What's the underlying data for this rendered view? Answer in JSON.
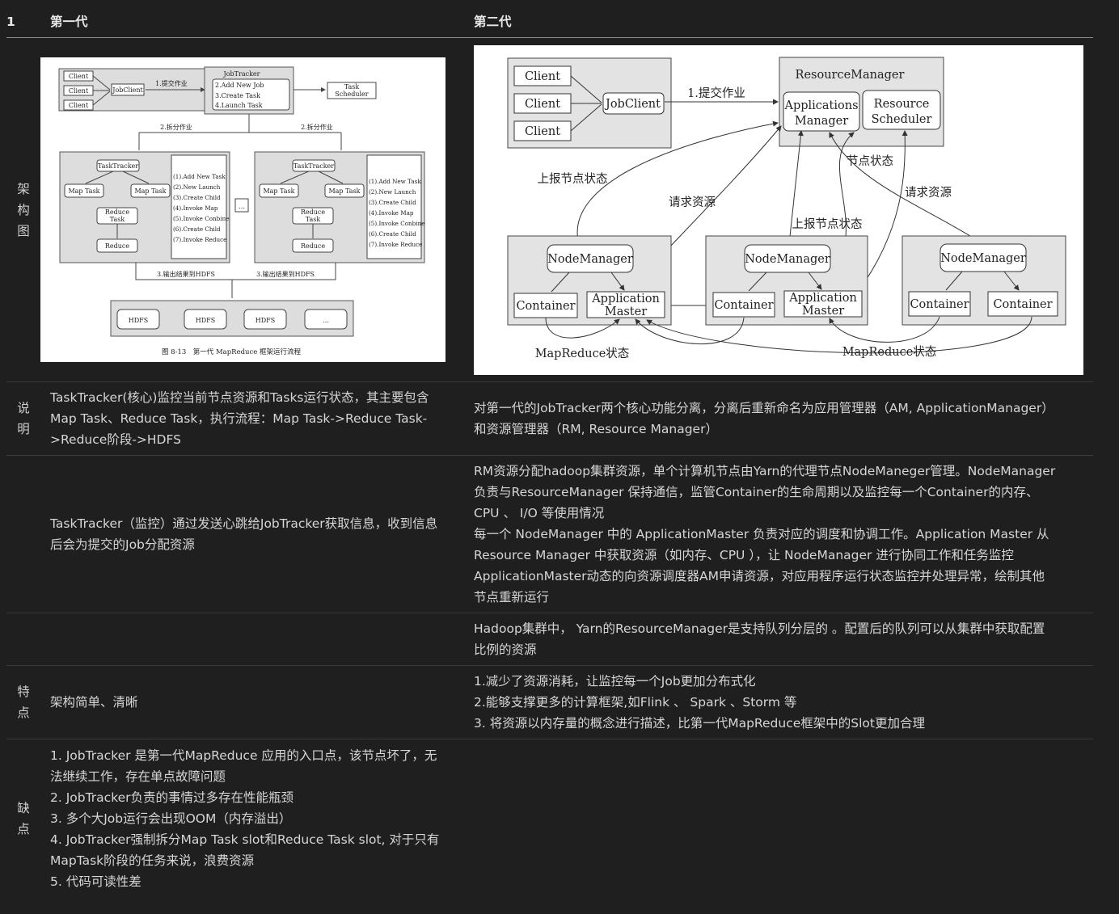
{
  "header": {
    "num": "1",
    "gen1": "第一代",
    "gen2": "第二代"
  },
  "rows": {
    "arch": {
      "label": [
        "架",
        "构",
        "图"
      ],
      "diagram1": {
        "clients": [
          "Client",
          "Client",
          "Client"
        ],
        "jobclient": "JobClient",
        "submit": "1.提交作业",
        "jobtracker": "JobTracker",
        "jt_steps": [
          "2.Add New Job",
          "3.Create Task",
          "4.Launch Task"
        ],
        "task_scheduler": [
          "Task",
          "Scheduler"
        ],
        "split": "2.拆分作业",
        "tasktracker": "TaskTracker",
        "map_task": "Map Task",
        "reduce_task": [
          "Reduce",
          "Task"
        ],
        "reduce": "Reduce",
        "ellipsis": "…",
        "steps_a": [
          "(1).Add New Task",
          "(2).New Launch",
          "(3).Create Child",
          "(4).Invoke Map",
          "(5).Invoke Conbine",
          "(6).Create Child",
          "(7).Invoke Reduce"
        ],
        "steps_b": [
          "(1).Add New Task",
          "(2).New Launch",
          "(3).Create Child",
          "(4).Invoke Map",
          "(5).Invoke Conbine",
          "(6).Create Child",
          "(7).Invoke Reduce"
        ],
        "output": "3.输出结果到HDFS",
        "hdfs": [
          "HDFS",
          "HDFS",
          "HDFS",
          "…"
        ],
        "caption": "图 8-13　第一代 MapReduce 框架运行流程"
      },
      "diagram2": {
        "clients": [
          "Client",
          "Client",
          "Client"
        ],
        "jobclient": "JobClient",
        "submit": "1.提交作业",
        "rm": "ResourceManager",
        "am": [
          "Applications",
          "Manager"
        ],
        "rs": [
          "Resource",
          "Scheduler"
        ],
        "report1": "上报节点状态",
        "node_status": "节点状态",
        "request1": "请求资源",
        "request2": "请求资源",
        "report2": "上报节点状态",
        "nodemanager": "NodeManager",
        "container": "Container",
        "appmaster": [
          "Application",
          "Master"
        ],
        "mr_status": "MapReduce状态"
      }
    },
    "desc": {
      "label": [
        "说",
        "明"
      ],
      "gen1": [
        "TaskTracker(核心)监控当前节点资源和Tasks运行状态，其主要包含",
        "Map Task、Reduce Task，执行流程：Map Task->Reduce Task-",
        ">Reduce阶段->HDFS"
      ],
      "gen2": [
        "对第一代的JobTracker两个核心功能分离，分离后重新命名为应用管理器（AM, ApplicationManager）",
        "和资源管理器（RM, Resource Manager）"
      ]
    },
    "monitor": {
      "gen1": [
        "TaskTracker（监控）通过发送心跳给JobTracker获取信息，收到信息",
        "后会为提交的Job分配资源"
      ],
      "gen2": [
        "RM资源分配hadoop集群资源，单个计算机节点由Yarn的代理节点NodeManeger管理。NodeManager",
        "负责与ResourceManager 保持通信，监管Container的生命周期以及监控每一个Container的内存、",
        "CPU 、 I/O 等使用情况",
        "每一个 NodeManager 中的 ApplicationMaster 负责对应的调度和协调工作。Application Master 从",
        "Resource Manager 中获取资源（如内存、CPU ），让 NodeManager 进行协同工作和任务监控",
        "ApplicationMaster动态的向资源调度器AM申请资源，对应用程序运行状态监控并处理异常，绘制其他",
        "节点重新运行"
      ]
    },
    "queue": {
      "gen2": [
        "Hadoop集群中， Yarn的ResourceManager是支持队列分层的 。配置后的队列可以从集群中获取配置",
        "比例的资源"
      ]
    },
    "feature": {
      "label": [
        "特",
        "点"
      ],
      "gen1": [
        "架构简单、清晰"
      ],
      "gen2": [
        "1.减少了资源消耗，让监控每一个Job更加分布式化",
        "2.能够支撑更多的计算框架,如Flink 、 Spark 、Storm 等",
        "3. 将资源以内存量的概念进行描述，比第一代MapReduce框架中的Slot更加合理"
      ]
    },
    "cons": {
      "label": [
        "缺",
        "点"
      ],
      "gen1": [
        "1. JobTracker 是第一代MapReduce 应用的入口点，该节点坏了，无",
        "法继续工作，存在单点故障问题",
        "2. JobTracker负责的事情过多存在性能瓶颈",
        "3. 多个大Job运行会出现OOM（内存溢出）",
        "4. JobTracker强制拆分Map Task slot和Reduce Task slot, 对于只有",
        "MapTask阶段的任务来说，浪费资源",
        "5. 代码可读性差"
      ]
    }
  }
}
